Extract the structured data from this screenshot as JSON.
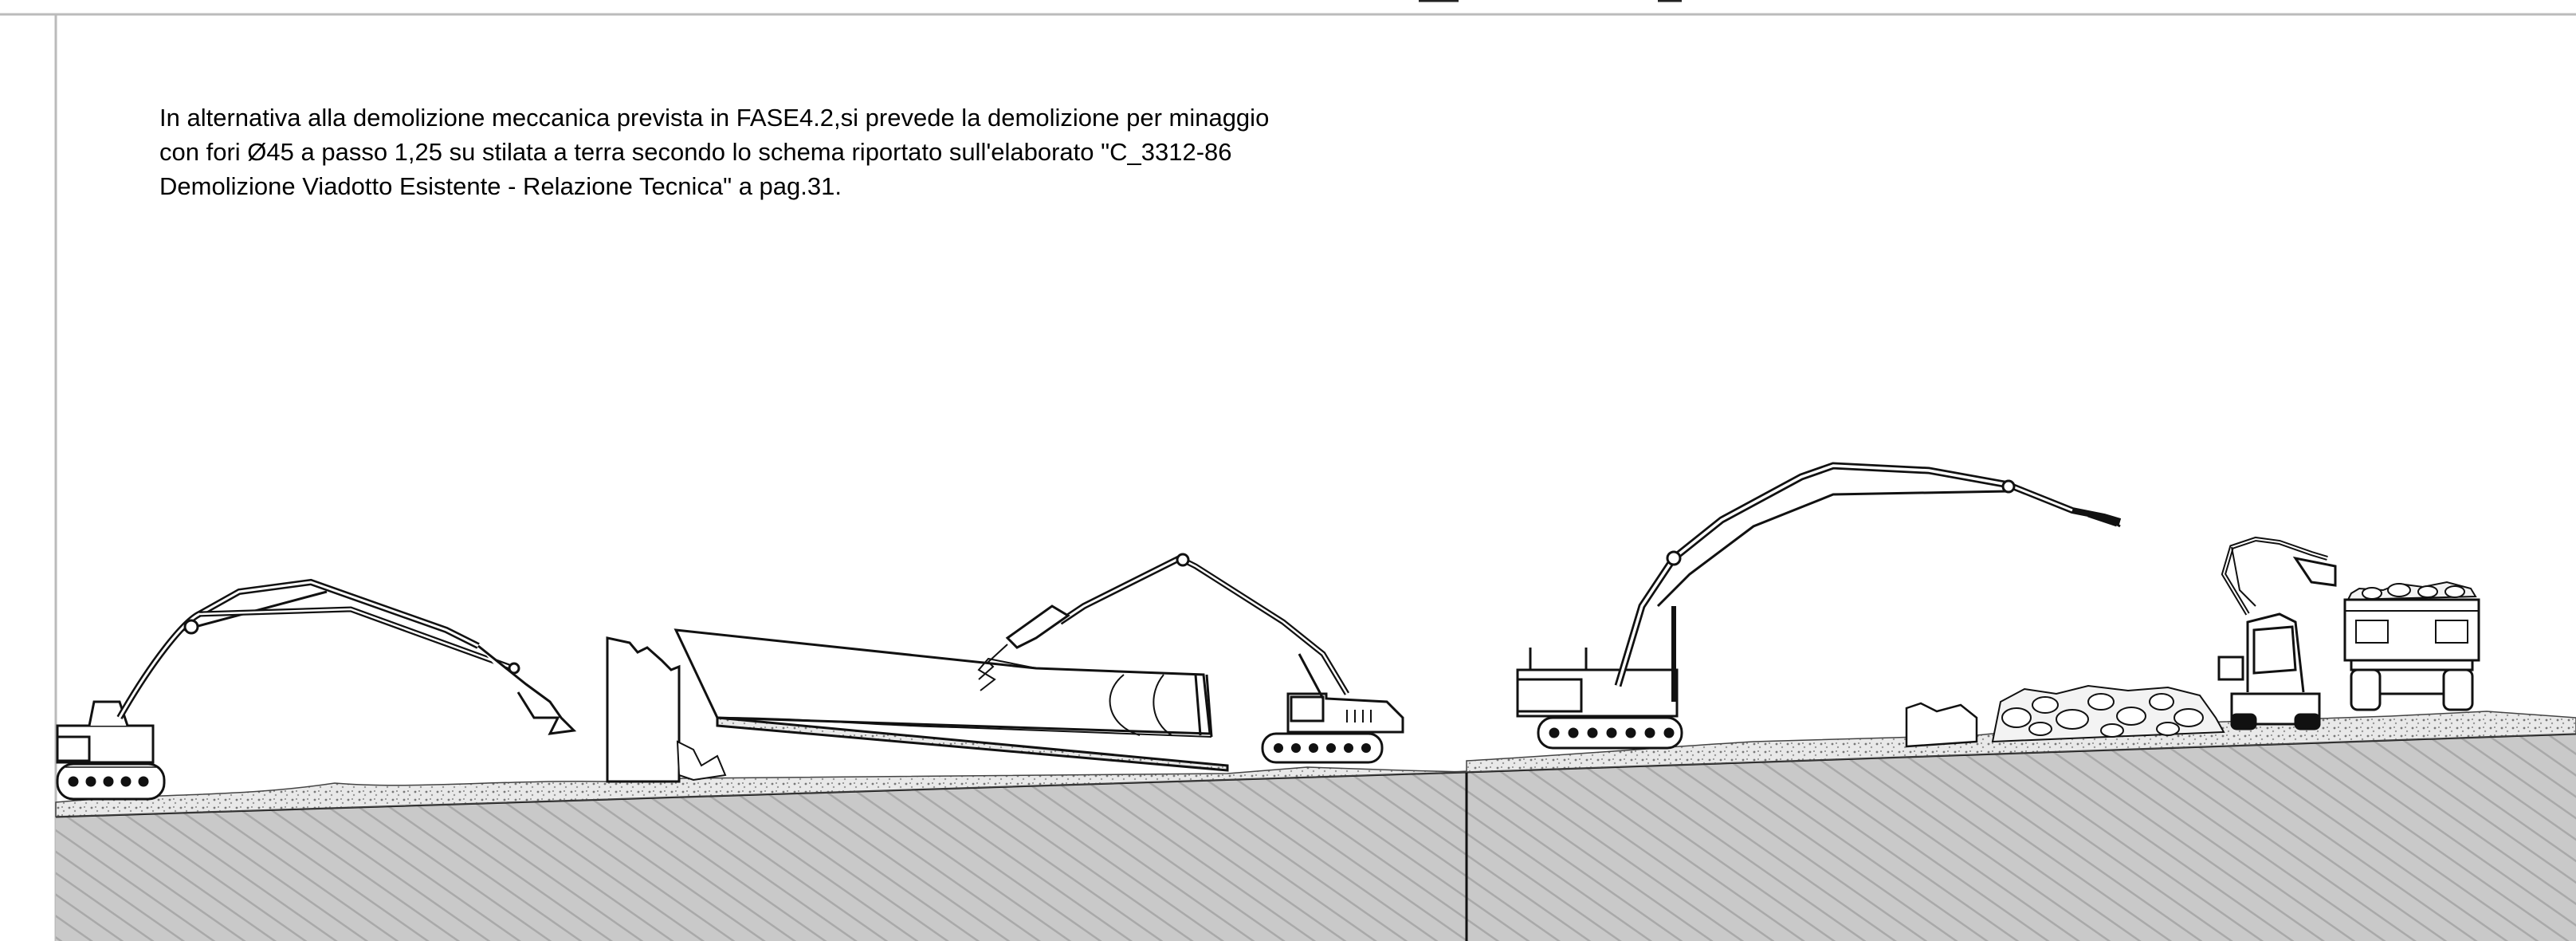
{
  "note": {
    "lines": [
      "In alternativa alla demolizione meccanica prevista in FASE4.2,si prevede la demolizione per minaggio",
      "con fori Ø45 a passo 1,25 su stilata a terra secondo lo schema riportato sull'elaborato \"C_3312-86",
      "Demolizione Viadotto Esistente - Relazione Tecnica\" a pag.31."
    ]
  },
  "colors": {
    "ink": "#111111",
    "ground_hatch": "#b8b8b8",
    "ground_fill": "#c9c9c9",
    "gravel": "#e6e6e6",
    "paper": "#ffffff",
    "frame": "#bbbbbb"
  },
  "scene": {
    "elements": [
      "excavator-with-crusher-jaw",
      "demolished-pier",
      "collapsed-deck-span",
      "excavator-with-hammer",
      "long-reach-excavator-with-breaker",
      "pier-stump",
      "rubble-pile",
      "loader-excavator",
      "dump-truck-with-rubble"
    ]
  }
}
